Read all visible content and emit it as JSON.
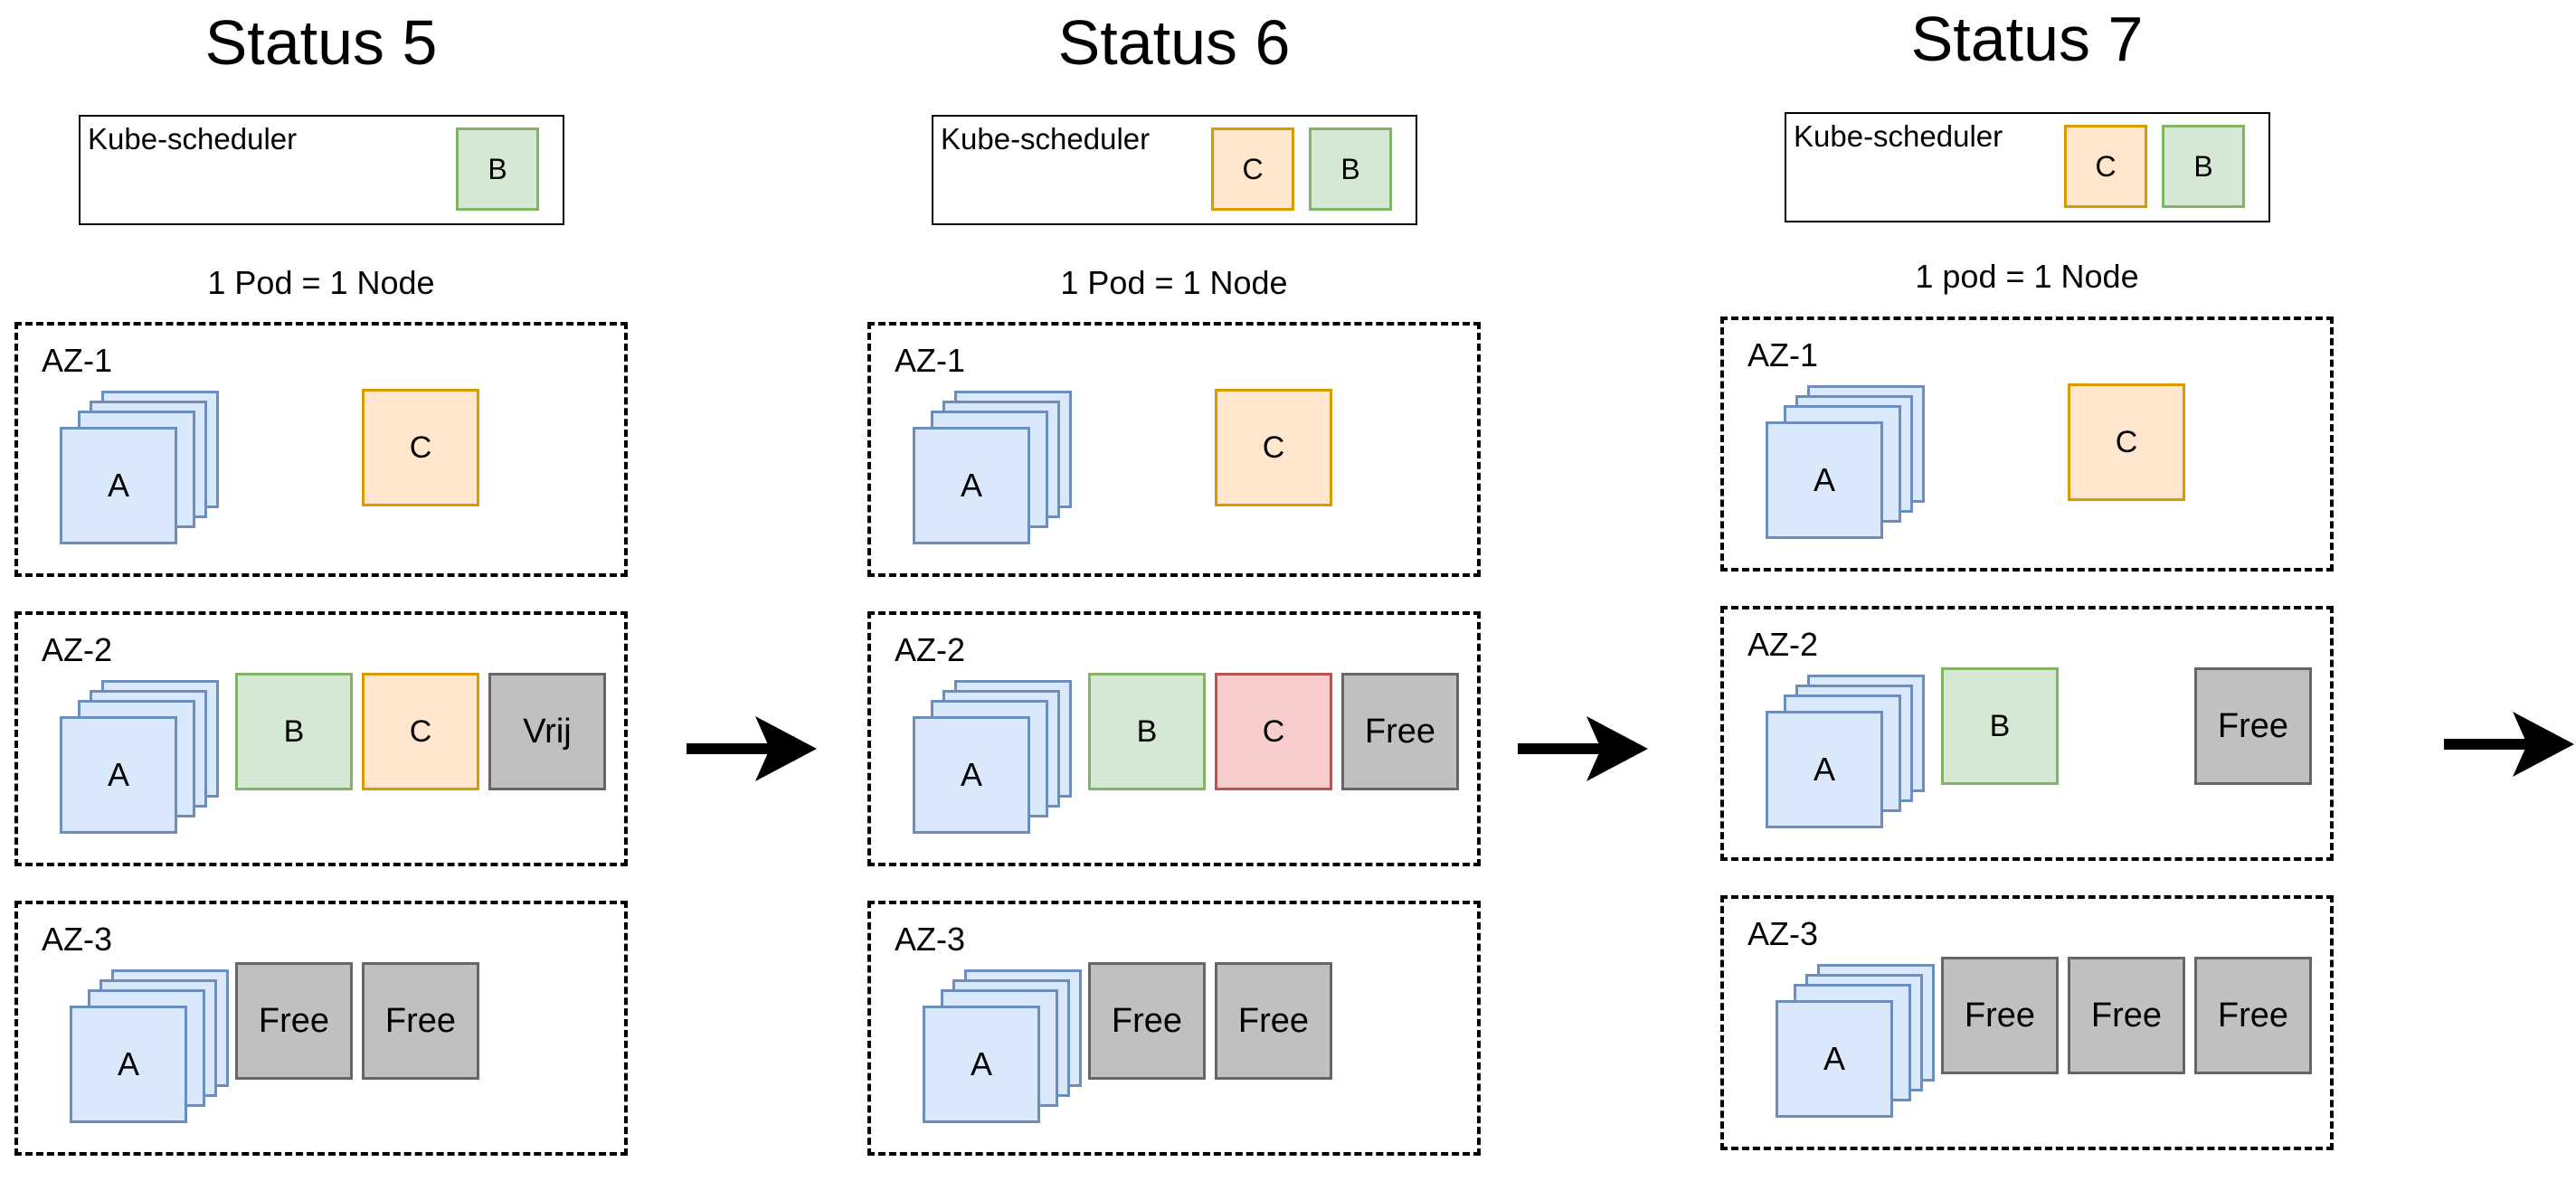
{
  "colors": {
    "blue_fill": "#dae8fc",
    "blue_stroke": "#6c8ebf",
    "green_fill": "#d5e8d4",
    "green_stroke": "#82b366",
    "orange_fill": "#ffe6cc",
    "orange_stroke": "#d79b00",
    "red_fill": "#f8cecc",
    "red_stroke": "#b85450",
    "gray_fill": "#c0c0c0",
    "gray_stroke": "#666666"
  },
  "panels": [
    {
      "title": "Status 5",
      "scheduler": {
        "label": "Kube-scheduler",
        "pods": [
          {
            "label": "B",
            "color": "green"
          }
        ]
      },
      "caption": "1 Pod = 1 Node",
      "zones": [
        {
          "label": "AZ-1",
          "stack_label": "A",
          "pods": [
            {
              "label": "C",
              "color": "orange",
              "slot": 2
            }
          ]
        },
        {
          "label": "AZ-2",
          "stack_label": "A",
          "pods": [
            {
              "label": "B",
              "color": "green",
              "slot": 1
            },
            {
              "label": "C",
              "color": "orange",
              "slot": 2
            },
            {
              "label": "Vrij",
              "color": "gray",
              "slot": 3
            }
          ]
        },
        {
          "label": "AZ-3",
          "stack_label": "A",
          "pods": [
            {
              "label": "Free",
              "color": "gray",
              "slot": 1
            },
            {
              "label": "Free",
              "color": "gray",
              "slot": 2
            }
          ]
        }
      ]
    },
    {
      "title": "Status 6",
      "scheduler": {
        "label": "Kube-scheduler",
        "pods": [
          {
            "label": "C",
            "color": "orange"
          },
          {
            "label": "B",
            "color": "green"
          }
        ]
      },
      "caption": "1 Pod = 1 Node",
      "zones": [
        {
          "label": "AZ-1",
          "stack_label": "A",
          "pods": [
            {
              "label": "C",
              "color": "orange",
              "slot": 2
            }
          ]
        },
        {
          "label": "AZ-2",
          "stack_label": "A",
          "pods": [
            {
              "label": "B",
              "color": "green",
              "slot": 1
            },
            {
              "label": "C",
              "color": "red",
              "slot": 2
            },
            {
              "label": "Free",
              "color": "gray",
              "slot": 3
            }
          ]
        },
        {
          "label": "AZ-3",
          "stack_label": "A",
          "pods": [
            {
              "label": "Free",
              "color": "gray",
              "slot": 1
            },
            {
              "label": "Free",
              "color": "gray",
              "slot": 2
            }
          ]
        }
      ]
    },
    {
      "title": "Status 7",
      "scheduler": {
        "label": "Kube-scheduler",
        "pods": [
          {
            "label": "C",
            "color": "orange"
          },
          {
            "label": "B",
            "color": "green"
          }
        ]
      },
      "caption": "1 pod = 1 Node",
      "zones": [
        {
          "label": "AZ-1",
          "stack_label": "A",
          "pods": [
            {
              "label": "C",
              "color": "orange",
              "slot": 2
            }
          ]
        },
        {
          "label": "AZ-2",
          "stack_label": "A",
          "pods": [
            {
              "label": "B",
              "color": "green",
              "slot": 1
            },
            {
              "label": "Free",
              "color": "gray",
              "slot": 3
            }
          ]
        },
        {
          "label": "AZ-3",
          "stack_label": "A",
          "pods": [
            {
              "label": "Free",
              "color": "gray",
              "slot": 1
            },
            {
              "label": "Free",
              "color": "gray",
              "slot": 2
            },
            {
              "label": "Free",
              "color": "gray",
              "slot": 3
            }
          ]
        }
      ]
    }
  ],
  "arrows": [
    {
      "icon": "right-arrow-icon"
    },
    {
      "icon": "right-arrow-icon"
    },
    {
      "icon": "right-arrow-icon"
    }
  ]
}
